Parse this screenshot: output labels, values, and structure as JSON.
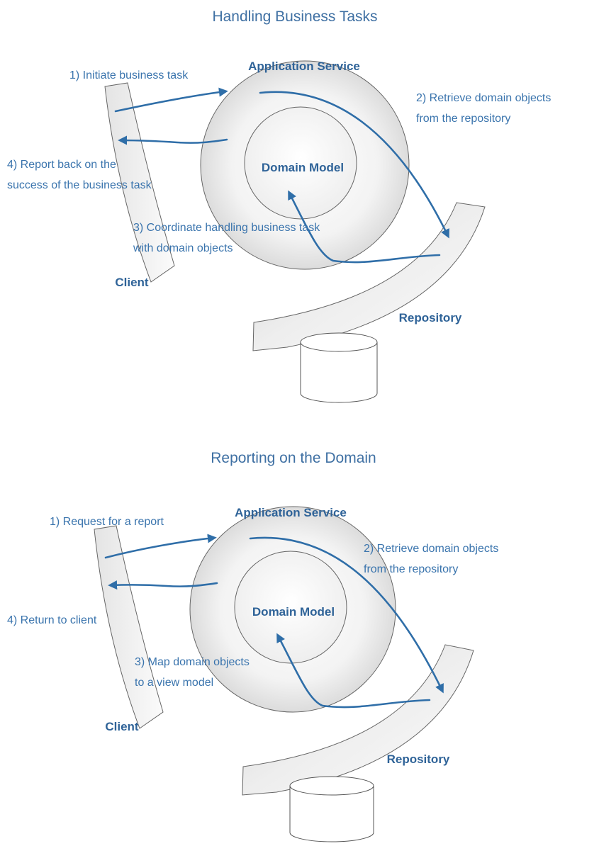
{
  "panels": [
    {
      "title": "Handling Business Tasks",
      "application_service": "Application Service",
      "domain_model": "Domain Model",
      "client": "Client",
      "repository": "Repository",
      "steps": {
        "initiate": "1) Initiate business task",
        "retrieve_line1": "2) Retrieve domain objects",
        "retrieve_line2": "from the repository",
        "coordinate_line1": "3) Coordinate handling business task",
        "coordinate_line2": "with domain objects",
        "report_line1": "4) Report back on the",
        "report_line2": "success of the business task"
      }
    },
    {
      "title": "Reporting on the Domain",
      "application_service": "Application Service",
      "domain_model": "Domain Model",
      "client": "Client",
      "repository": "Repository",
      "steps": {
        "request": "1) Request for a report",
        "retrieve_line1": "2) Retrieve domain objects",
        "retrieve_line2": "from the repository",
        "map_line1": "3) Map domain objects",
        "map_line2": "to a view model",
        "return": "4) Return to client"
      }
    }
  ],
  "colors": {
    "text": "#3a74ad",
    "arrow": "#2f6ea8",
    "shape_stroke": "#555555"
  }
}
